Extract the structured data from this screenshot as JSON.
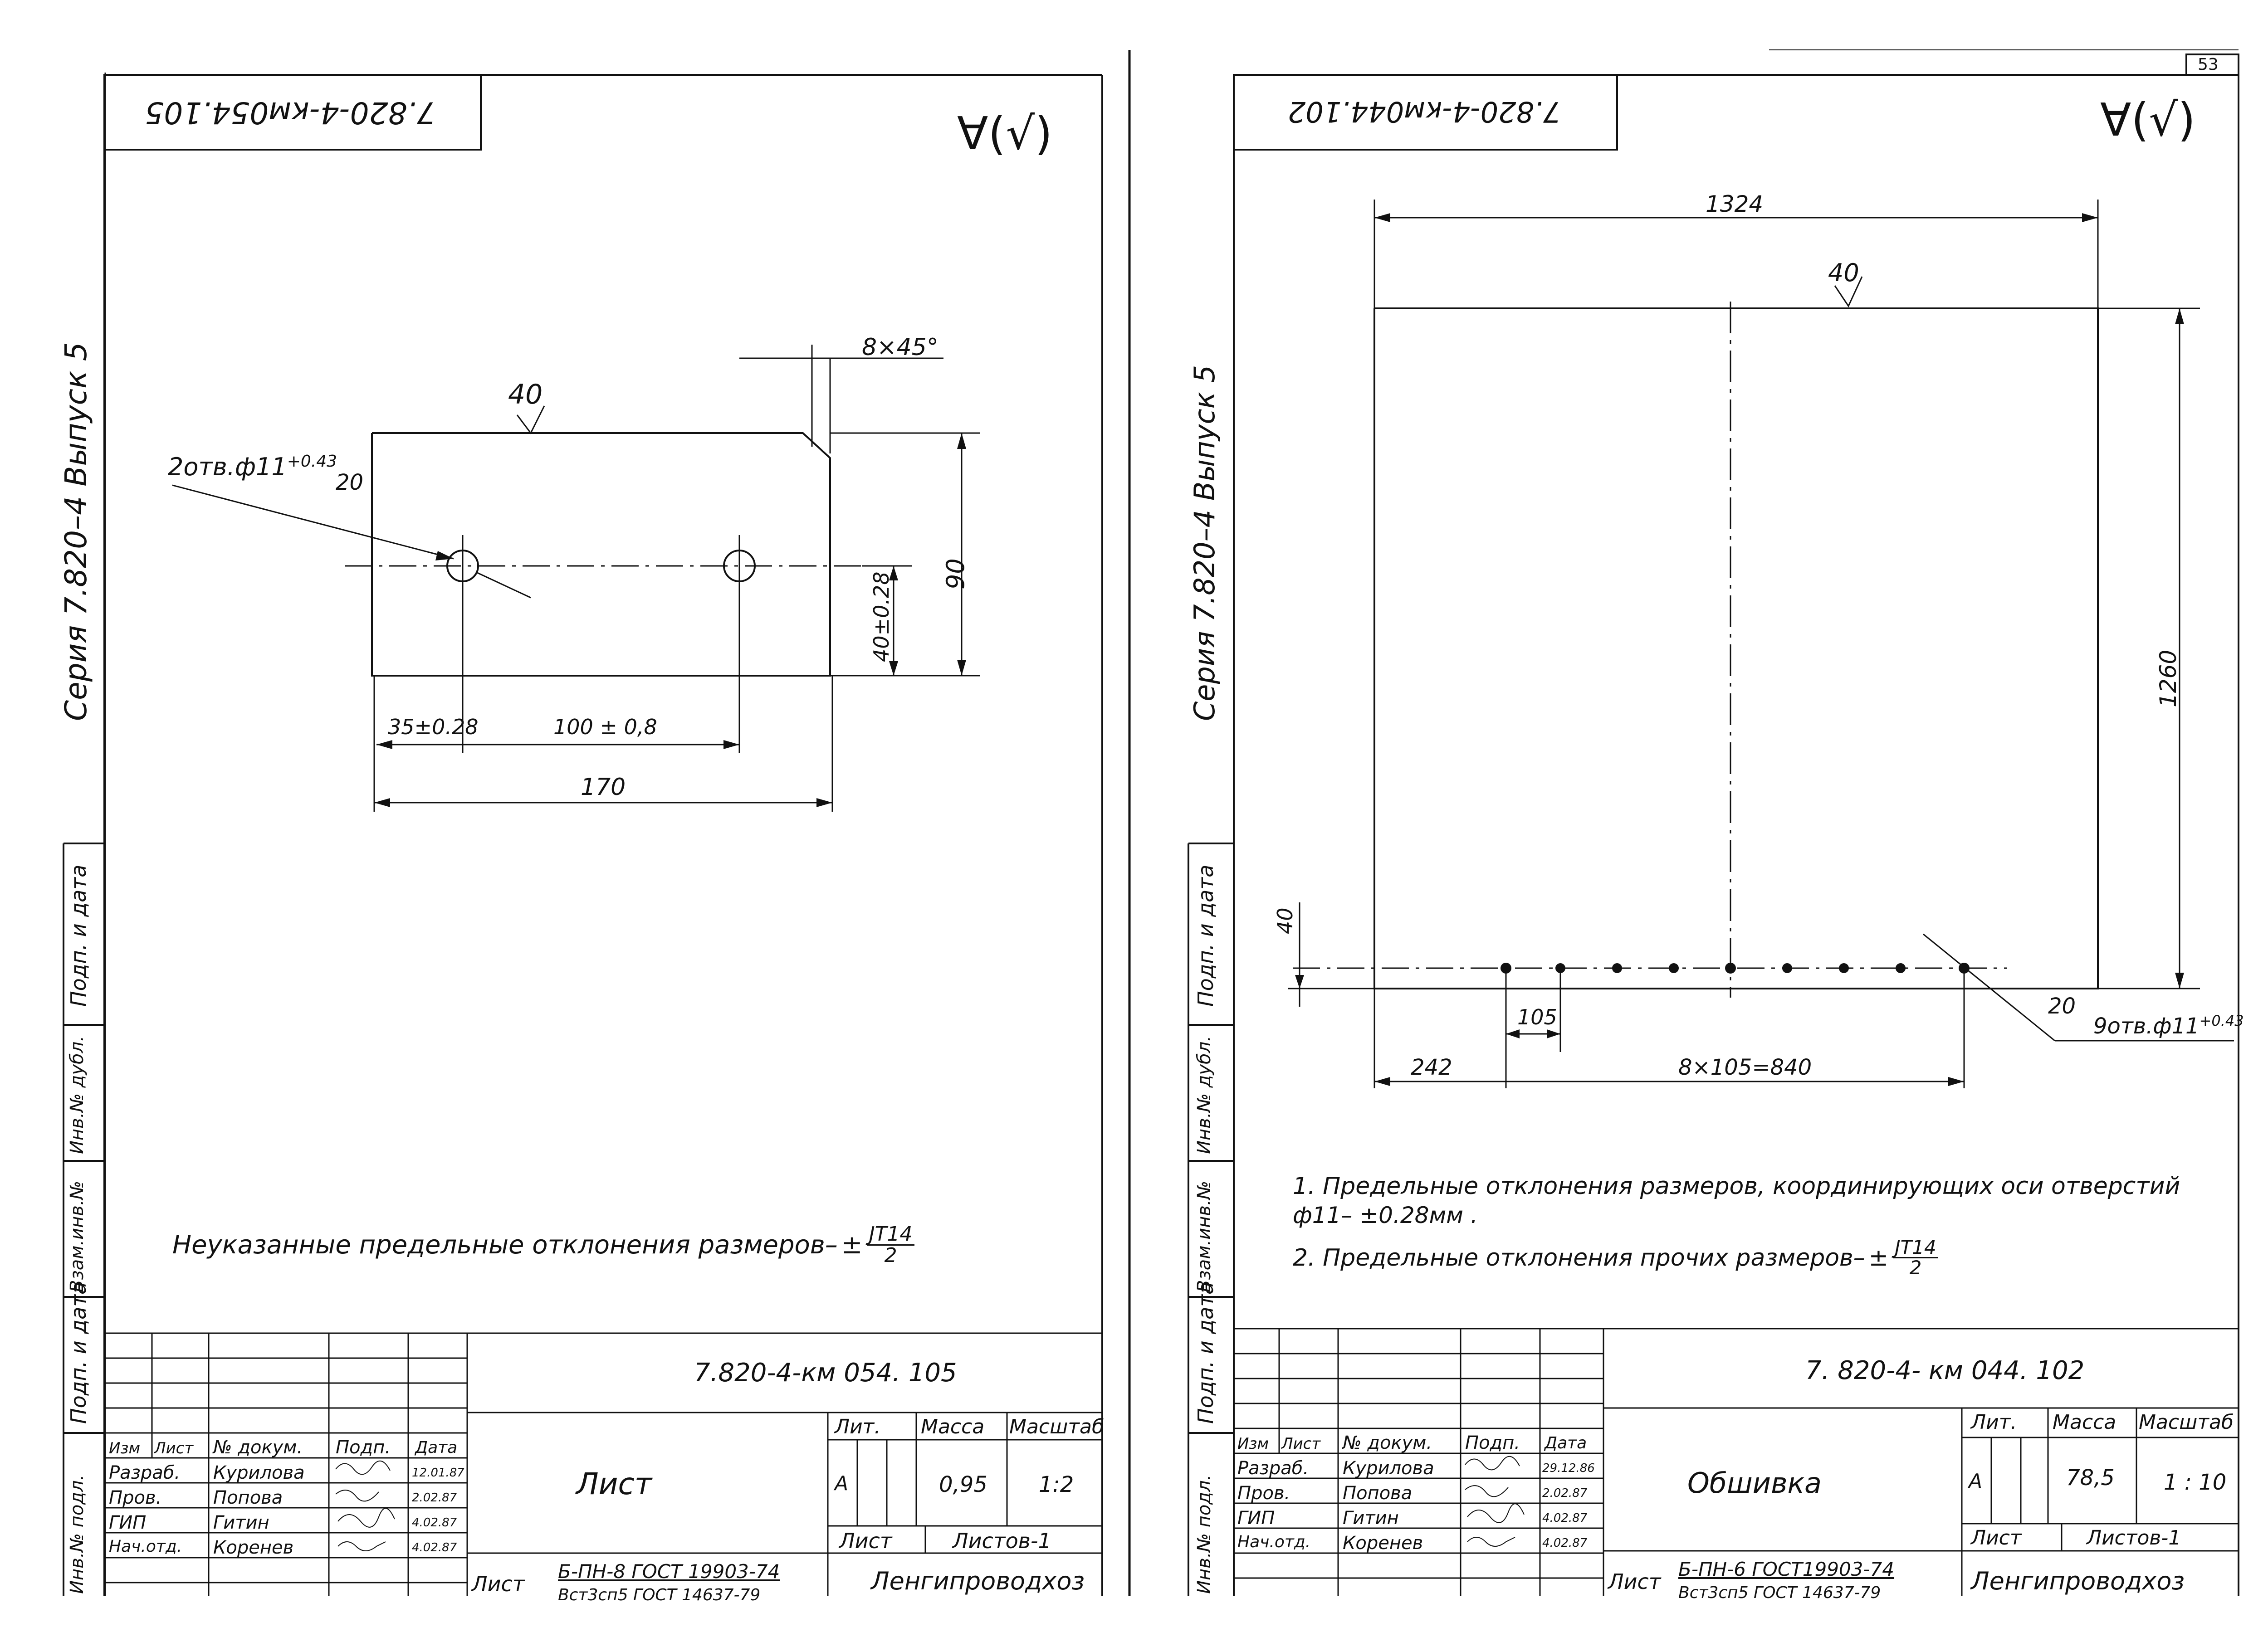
{
  "left_sheet": {
    "stamp_code": "7.820-4-км054.105",
    "roughness": "40",
    "chamfer": "8×45°",
    "holes_callout": "2отв.ф11",
    "holes_tol": "+0.43",
    "angle_note": "20",
    "dim_height": "90",
    "dim_hole_v": "40±0.28",
    "dim_35": "35±0.28",
    "dim_100": "100 ± 0,8",
    "dim_170": "170",
    "note": "Неуказанные  предельные  отклонения размеров–",
    "note_frac_num": "JT14",
    "note_frac_den": "2",
    "series_text": "Серия  7.820–4      Выпуск 5",
    "tb_code": "7.820-4-км 054. 105",
    "tb_name": "Лист",
    "tb_mass": "0,95",
    "tb_scale": "1:2",
    "tb_sheets": "Листов-1",
    "tb_material_1": "Б-ПН-8 ГОСТ 19903-74",
    "tb_material_2": "Вст3сп5 ГОСТ 14637-79",
    "tb_list_word": "Лист",
    "tb_org": "Ленгипроводхоз",
    "tb_dates": [
      "12.01.87",
      "2.02.87",
      "4.02.87",
      "4.02.87"
    ]
  },
  "right_sheet": {
    "sheet_number": "53",
    "stamp_code": "7.820-4-км044.102",
    "roughness": "40",
    "dim_width": "1324",
    "dim_height": "1260",
    "dim_40": "40",
    "dim_105": "105",
    "dim_242": "242",
    "dim_840": "8×105=840",
    "holes_callout": "9отв.ф11",
    "holes_tol": "+0.43",
    "angle_note": "20",
    "note1_line1": "1. Предельные  отклонения  размеров, координирующих оси отверстий",
    "note1_line2": "ф11–  ±0.28мм .",
    "note2": "2. Предельные  отклонения  прочих  размеров–",
    "note2_frac_num": "JT14",
    "note2_frac_den": "2",
    "series_text": "Серия  7.820–4      Выпуск 5",
    "tb_code": "7. 820-4- км 044. 102",
    "tb_name": "Обшивка",
    "tb_mass": "78,5",
    "tb_scale": "1 : 10",
    "tb_sheets": "Листов-1",
    "tb_material_1": "Б-ПН-6 ГОСТ19903-74",
    "tb_material_2": "Вст3сп5 ГОСТ 14637-79",
    "tb_list_word": "Лист",
    "tb_org": "Ленгипроводхоз",
    "tb_dates": [
      "29.12.86",
      "2.02.87",
      "4.02.87",
      "4.02.87"
    ]
  },
  "common": {
    "rough_symbol": "∀(√)",
    "tb_headers": [
      "Изм",
      "Лист",
      "№ докум.",
      "Подп.",
      "Дата"
    ],
    "tb_roles": [
      "Разраб.",
      "Пров.",
      "ГИП",
      "Нач.отд."
    ],
    "tb_people": [
      "Курилова",
      "Попова",
      "Гитин",
      "Коренев"
    ],
    "tb_lit": "Лит.",
    "tb_mass_label": "Масса",
    "tb_scale_label": "Масштаб",
    "tb_letter": "А",
    "tb_list": "Лист",
    "side_labels": [
      "Подп. и дата",
      "Инв.№ дубл.",
      "Взам.инв.№",
      "Подп. и дата",
      "Инв.№ подл."
    ]
  }
}
